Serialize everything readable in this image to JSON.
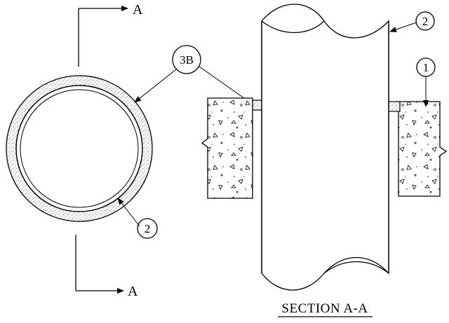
{
  "section_marker": {
    "top_label": "A",
    "bottom_label": "A"
  },
  "callouts": {
    "sealant": "3B",
    "pipe_plan": "2",
    "pipe_section": "2",
    "concrete": "1"
  },
  "section_title": "SECTION A-A",
  "colors": {
    "line": "#000000",
    "background": "#ffffff"
  }
}
